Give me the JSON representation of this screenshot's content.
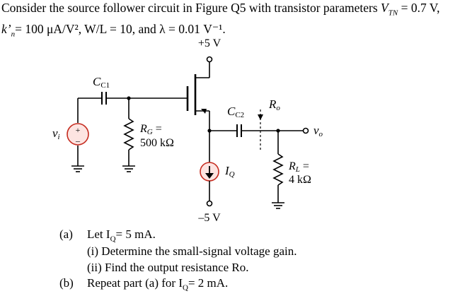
{
  "problem": {
    "line1_lead": "Consider the source follower circuit in Figure Q5 with transistor parameters ",
    "vtn_symbol": "V",
    "vtn_sub": "TN",
    "vtn_value": " = 0.7 V,",
    "line2_k": "k’",
    "line2_k_sub": "n",
    "line2_k_value": "= 100 μA/V²",
    "line2_wl": ", W/L = 10, and λ = 0.01 V⁻¹."
  },
  "circuit": {
    "vdd": "+5 V",
    "vss": "–5 V",
    "cc1": "C",
    "cc1_sub": "C1",
    "cc2": "C",
    "cc2_sub": "C2",
    "rg_name": "R",
    "rg_sub": "G",
    "rg_eq": " =",
    "rg_value": "500 kΩ",
    "rl_name": "R",
    "rl_sub": "L",
    "rl_eq": " =",
    "rl_value": "4 kΩ",
    "iq_name": "I",
    "iq_sub": "Q",
    "ro_name": "R",
    "ro_sub": "o",
    "vi_name": "v",
    "vi_sub": "i",
    "vo_name": "v",
    "vo_sub": "o",
    "src_plus": "+",
    "src_minus": "–"
  },
  "questions": {
    "a_label": "(a)",
    "a_text": "Let I",
    "a_sub": "Q",
    "a_value": " = 5 mA.",
    "a1": "(i) Determine the small-signal voltage gain.",
    "a2": "(ii) Find the output resistance Ro.",
    "b_label": "(b)",
    "b_text": "Repeat part (a) for I",
    "b_sub": "Q",
    "b_value": " = 2 mA."
  }
}
